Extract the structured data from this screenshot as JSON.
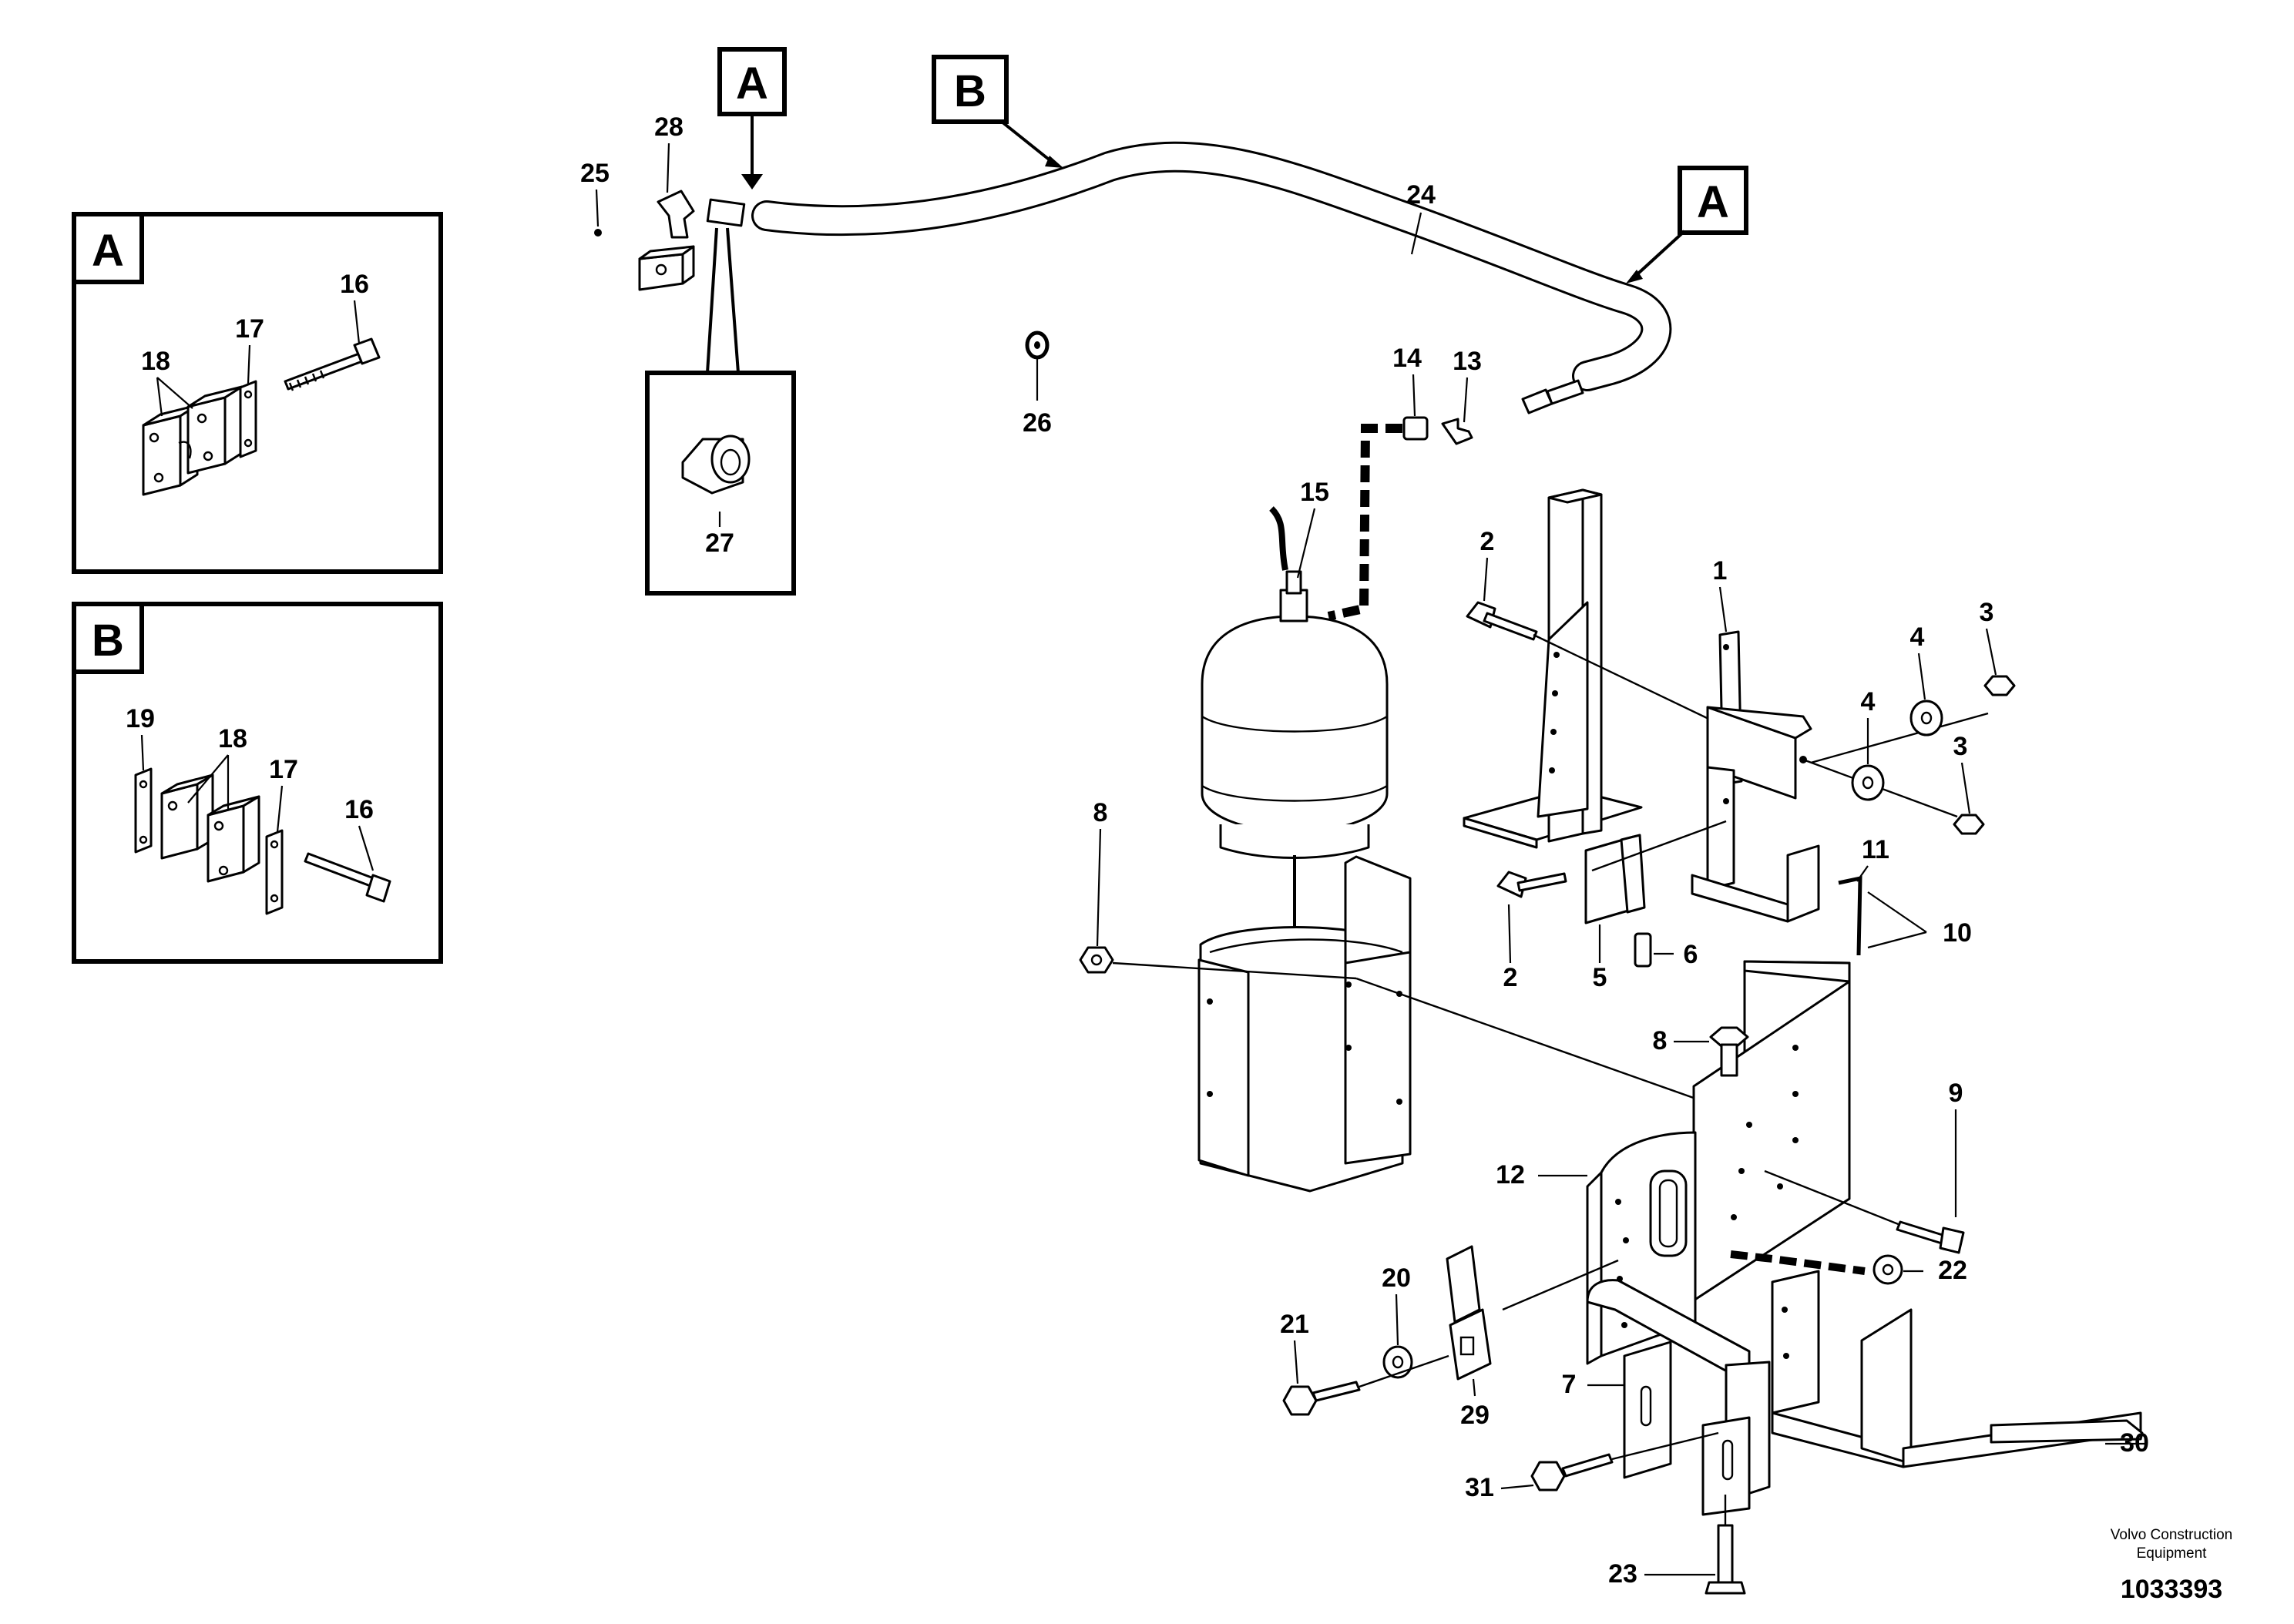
{
  "callouts": {
    "A_top": "A",
    "B_top": "B",
    "A_right": "A"
  },
  "detail_boxes": {
    "A": {
      "letter": "A",
      "labels": [
        "16",
        "17",
        "18"
      ]
    },
    "B": {
      "letter": "B",
      "labels": [
        "19",
        "18",
        "17",
        "16"
      ]
    }
  },
  "part_numbers": {
    "n1": "1",
    "n2a": "2",
    "n2b": "2",
    "n3a": "3",
    "n3b": "3",
    "n4a": "4",
    "n4b": "4",
    "n5": "5",
    "n6": "6",
    "n7": "7",
    "n8a": "8",
    "n8b": "8",
    "n9": "9",
    "n10": "10",
    "n11": "11",
    "n12": "12",
    "n13": "13",
    "n14": "14",
    "n15": "15",
    "n20": "20",
    "n21": "21",
    "n22": "22",
    "n23": "23",
    "n24": "24",
    "n25": "25",
    "n26": "26",
    "n27": "27",
    "n28": "28",
    "n29": "29",
    "n30": "30",
    "n31": "31"
  },
  "footer": {
    "company_line1": "Volvo Construction",
    "company_line2": "Equipment",
    "document_number": "1033393"
  }
}
